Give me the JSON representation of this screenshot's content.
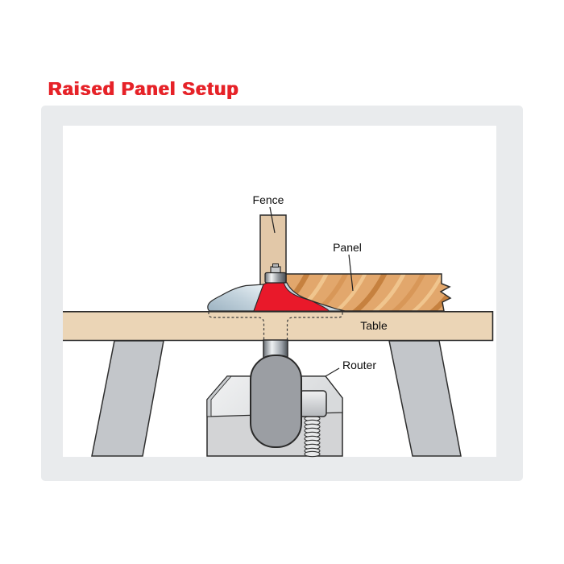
{
  "title": {
    "text": "Raised Panel Setup",
    "color": "#e62228"
  },
  "labels": {
    "fence": "Fence",
    "panel": "Panel",
    "table": "Table",
    "router": "Router"
  },
  "colors": {
    "title_red": "#e62228",
    "frame_gray": "#e9ebed",
    "table_tan": "#ebd5b6",
    "fence_tan": "#e2c8a8",
    "panel_wood_base": "#e2a76c",
    "panel_wood_dark": "#c6813f",
    "panel_wood_light": "#f0c58e",
    "bit_red": "#e9192a",
    "steel_silver": "#cbd8e0",
    "leg_gray": "#c3c6ca",
    "motor_gray": "#9b9ea3",
    "clamp_gray": "#d3d4d6",
    "outline": "#2a2a2a"
  }
}
